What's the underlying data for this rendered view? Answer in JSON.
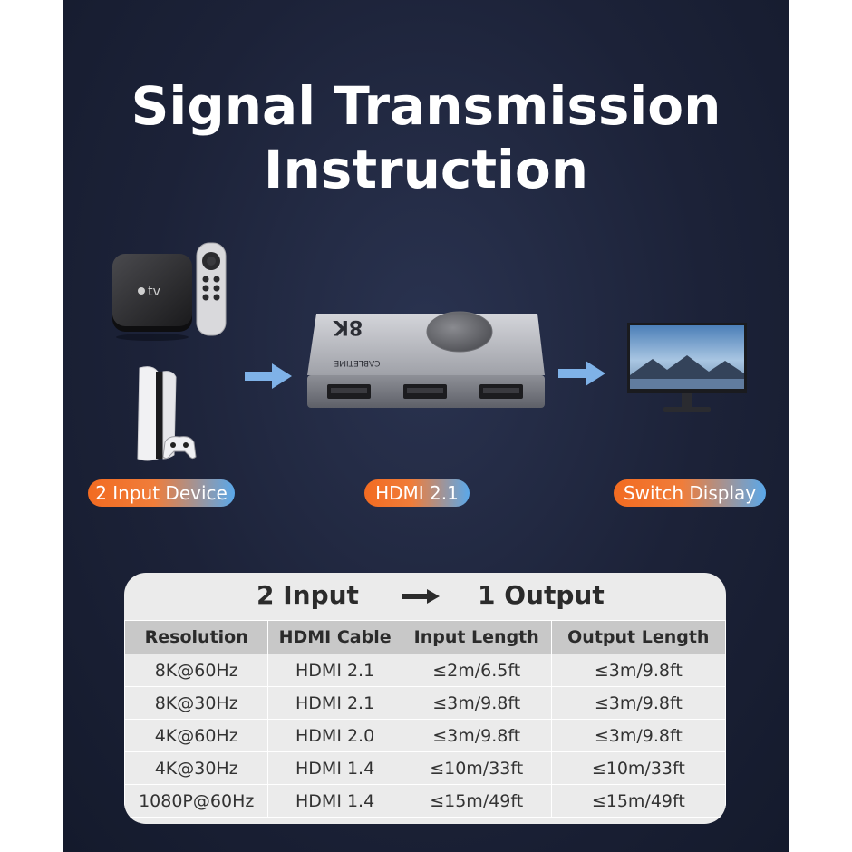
{
  "title": {
    "line1": "Signal Transmission",
    "line2": "Instruction"
  },
  "device": {
    "label": "8K",
    "brand": "CABLETIME"
  },
  "labels": {
    "input": "2 Input Device",
    "middle": "HDMI 2.1",
    "output": "Switch Display"
  },
  "table": {
    "header_input": "2 Input",
    "header_output": "1 Output",
    "columns": [
      "Resolution",
      "HDMI Cable",
      "Input Length",
      "Output Length"
    ],
    "rows": [
      [
        "8K@60Hz",
        "HDMI 2.1",
        "≤2m/6.5ft",
        "≤3m/9.8ft"
      ],
      [
        "8K@30Hz",
        "HDMI 2.1",
        "≤3m/9.8ft",
        "≤3m/9.8ft"
      ],
      [
        "4K@60Hz",
        "HDMI 2.0",
        "≤3m/9.8ft",
        "≤3m/9.8ft"
      ],
      [
        "4K@30Hz",
        "HDMI 1.4",
        "≤10m/33ft",
        "≤10m/33ft"
      ],
      [
        "1080P@60Hz",
        "HDMI 1.4",
        "≤15m/49ft",
        "≤15m/49ft"
      ]
    ]
  },
  "colors": {
    "background": "#1c2238",
    "pill_start": "#f26b21",
    "pill_end": "#5aa8ea",
    "arrow": "#7fb2e8"
  },
  "icons": [
    "apple-tv-icon",
    "remote-icon",
    "console-icon",
    "controller-icon",
    "hdmi-switch-icon",
    "monitor-icon",
    "arrow-right-icon"
  ]
}
